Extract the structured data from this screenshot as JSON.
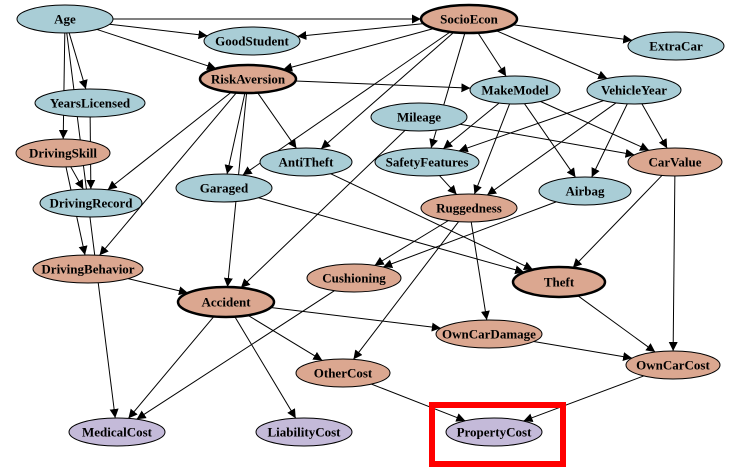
{
  "colors": {
    "blue": "#a9cdd6",
    "orange": "#dba790",
    "purple": "#c4bad9",
    "highlight": "#ff0000"
  },
  "nodes": {
    "age": {
      "label": "Age",
      "color": "blue"
    },
    "socioecon": {
      "label": "SocioEcon",
      "color": "orange",
      "bold": true
    },
    "goodstudent": {
      "label": "GoodStudent",
      "color": "blue"
    },
    "extracar": {
      "label": "ExtraCar",
      "color": "blue"
    },
    "riskaversion": {
      "label": "RiskAversion",
      "color": "orange",
      "bold": true
    },
    "makemodel": {
      "label": "MakeModel",
      "color": "blue"
    },
    "vehicleyear": {
      "label": "VehicleYear",
      "color": "blue"
    },
    "yearslicensed": {
      "label": "YearsLicensed",
      "color": "blue"
    },
    "mileage": {
      "label": "Mileage",
      "color": "blue"
    },
    "drivingskill": {
      "label": "DrivingSkill",
      "color": "orange"
    },
    "antitheft": {
      "label": "AntiTheft",
      "color": "blue"
    },
    "safetyfeatures": {
      "label": "SafetyFeatures",
      "color": "blue"
    },
    "carvalue": {
      "label": "CarValue",
      "color": "orange"
    },
    "garaged": {
      "label": "Garaged",
      "color": "blue"
    },
    "airbag": {
      "label": "Airbag",
      "color": "blue"
    },
    "drivingrecord": {
      "label": "DrivingRecord",
      "color": "blue"
    },
    "ruggedness": {
      "label": "Ruggedness",
      "color": "orange"
    },
    "drivingbehavior": {
      "label": "DrivingBehavior",
      "color": "orange"
    },
    "cushioning": {
      "label": "Cushioning",
      "color": "orange"
    },
    "theft": {
      "label": "Theft",
      "color": "orange",
      "bold": true
    },
    "accident": {
      "label": "Accident",
      "color": "orange",
      "bold": true
    },
    "owncardamage": {
      "label": "OwnCarDamage",
      "color": "orange"
    },
    "owncarcost": {
      "label": "OwnCarCost",
      "color": "orange"
    },
    "othercost": {
      "label": "OtherCost",
      "color": "orange"
    },
    "medicalcost": {
      "label": "MedicalCost",
      "color": "purple"
    },
    "liabilitycost": {
      "label": "LiabilityCost",
      "color": "purple"
    },
    "propertycost": {
      "label": "PropertyCost",
      "color": "purple"
    }
  },
  "edges": [
    [
      "age",
      "socioecon"
    ],
    [
      "age",
      "goodstudent"
    ],
    [
      "age",
      "riskaversion"
    ],
    [
      "age",
      "yearslicensed"
    ],
    [
      "age",
      "drivingskill"
    ],
    [
      "age",
      "medicalcost"
    ],
    [
      "socioecon",
      "goodstudent"
    ],
    [
      "socioecon",
      "extracar"
    ],
    [
      "socioecon",
      "riskaversion"
    ],
    [
      "socioecon",
      "makemodel"
    ],
    [
      "socioecon",
      "vehicleyear"
    ],
    [
      "socioecon",
      "antitheft"
    ],
    [
      "socioecon",
      "garaged"
    ],
    [
      "socioecon",
      "safetyfeatures"
    ],
    [
      "riskaversion",
      "makemodel"
    ],
    [
      "riskaversion",
      "antitheft"
    ],
    [
      "riskaversion",
      "garaged"
    ],
    [
      "riskaversion",
      "drivingrecord"
    ],
    [
      "riskaversion",
      "drivingbehavior"
    ],
    [
      "riskaversion",
      "accident"
    ],
    [
      "yearslicensed",
      "drivingrecord"
    ],
    [
      "drivingskill",
      "drivingrecord"
    ],
    [
      "drivingskill",
      "drivingbehavior"
    ],
    [
      "makemodel",
      "safetyfeatures"
    ],
    [
      "makemodel",
      "ruggedness"
    ],
    [
      "makemodel",
      "carvalue"
    ],
    [
      "makemodel",
      "airbag"
    ],
    [
      "vehicleyear",
      "safetyfeatures"
    ],
    [
      "vehicleyear",
      "airbag"
    ],
    [
      "vehicleyear",
      "carvalue"
    ],
    [
      "vehicleyear",
      "ruggedness"
    ],
    [
      "mileage",
      "carvalue"
    ],
    [
      "mileage",
      "accident"
    ],
    [
      "safetyfeatures",
      "ruggedness"
    ],
    [
      "antitheft",
      "theft"
    ],
    [
      "garaged",
      "theft"
    ],
    [
      "carvalue",
      "theft"
    ],
    [
      "carvalue",
      "owncarcost"
    ],
    [
      "airbag",
      "cushioning"
    ],
    [
      "ruggedness",
      "cushioning"
    ],
    [
      "ruggedness",
      "owncardamage"
    ],
    [
      "ruggedness",
      "othercost"
    ],
    [
      "drivingbehavior",
      "accident"
    ],
    [
      "accident",
      "owncardamage"
    ],
    [
      "accident",
      "othercost"
    ],
    [
      "accident",
      "medicalcost"
    ],
    [
      "accident",
      "liabilitycost"
    ],
    [
      "cushioning",
      "medicalcost"
    ],
    [
      "theft",
      "owncarcost"
    ],
    [
      "owncardamage",
      "owncarcost"
    ],
    [
      "othercost",
      "propertycost"
    ],
    [
      "owncarcost",
      "propertycost"
    ]
  ],
  "highlight": {
    "node": "propertycost"
  }
}
